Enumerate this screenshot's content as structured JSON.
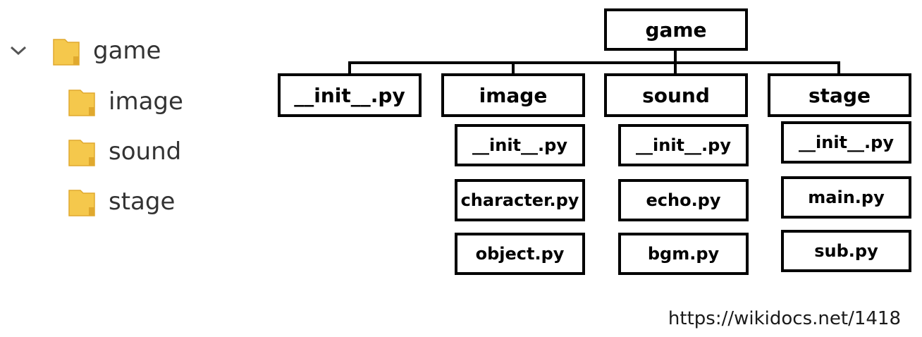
{
  "explorer": {
    "root": {
      "label": "game",
      "expand_icon": "chevron-down-icon",
      "icon": "folder-icon"
    },
    "children": [
      {
        "label": "image",
        "icon": "folder-icon"
      },
      {
        "label": "sound",
        "icon": "folder-icon"
      },
      {
        "label": "stage",
        "icon": "folder-icon"
      }
    ]
  },
  "diagram": {
    "root": "game",
    "top_level": [
      "__init__.py",
      "image",
      "sound",
      "stage"
    ],
    "image_files": [
      "__init__.py",
      "character.py",
      "object.py"
    ],
    "sound_files": [
      "__init__.py",
      "echo.py",
      "bgm.py"
    ],
    "stage_files": [
      "__init__.py",
      "main.py",
      "sub.py"
    ]
  },
  "watermark": "https://wikidocs.net/1418",
  "colors": {
    "folder": "#F5C84C",
    "folder_dark": "#E0A92E",
    "border": "#000000"
  }
}
